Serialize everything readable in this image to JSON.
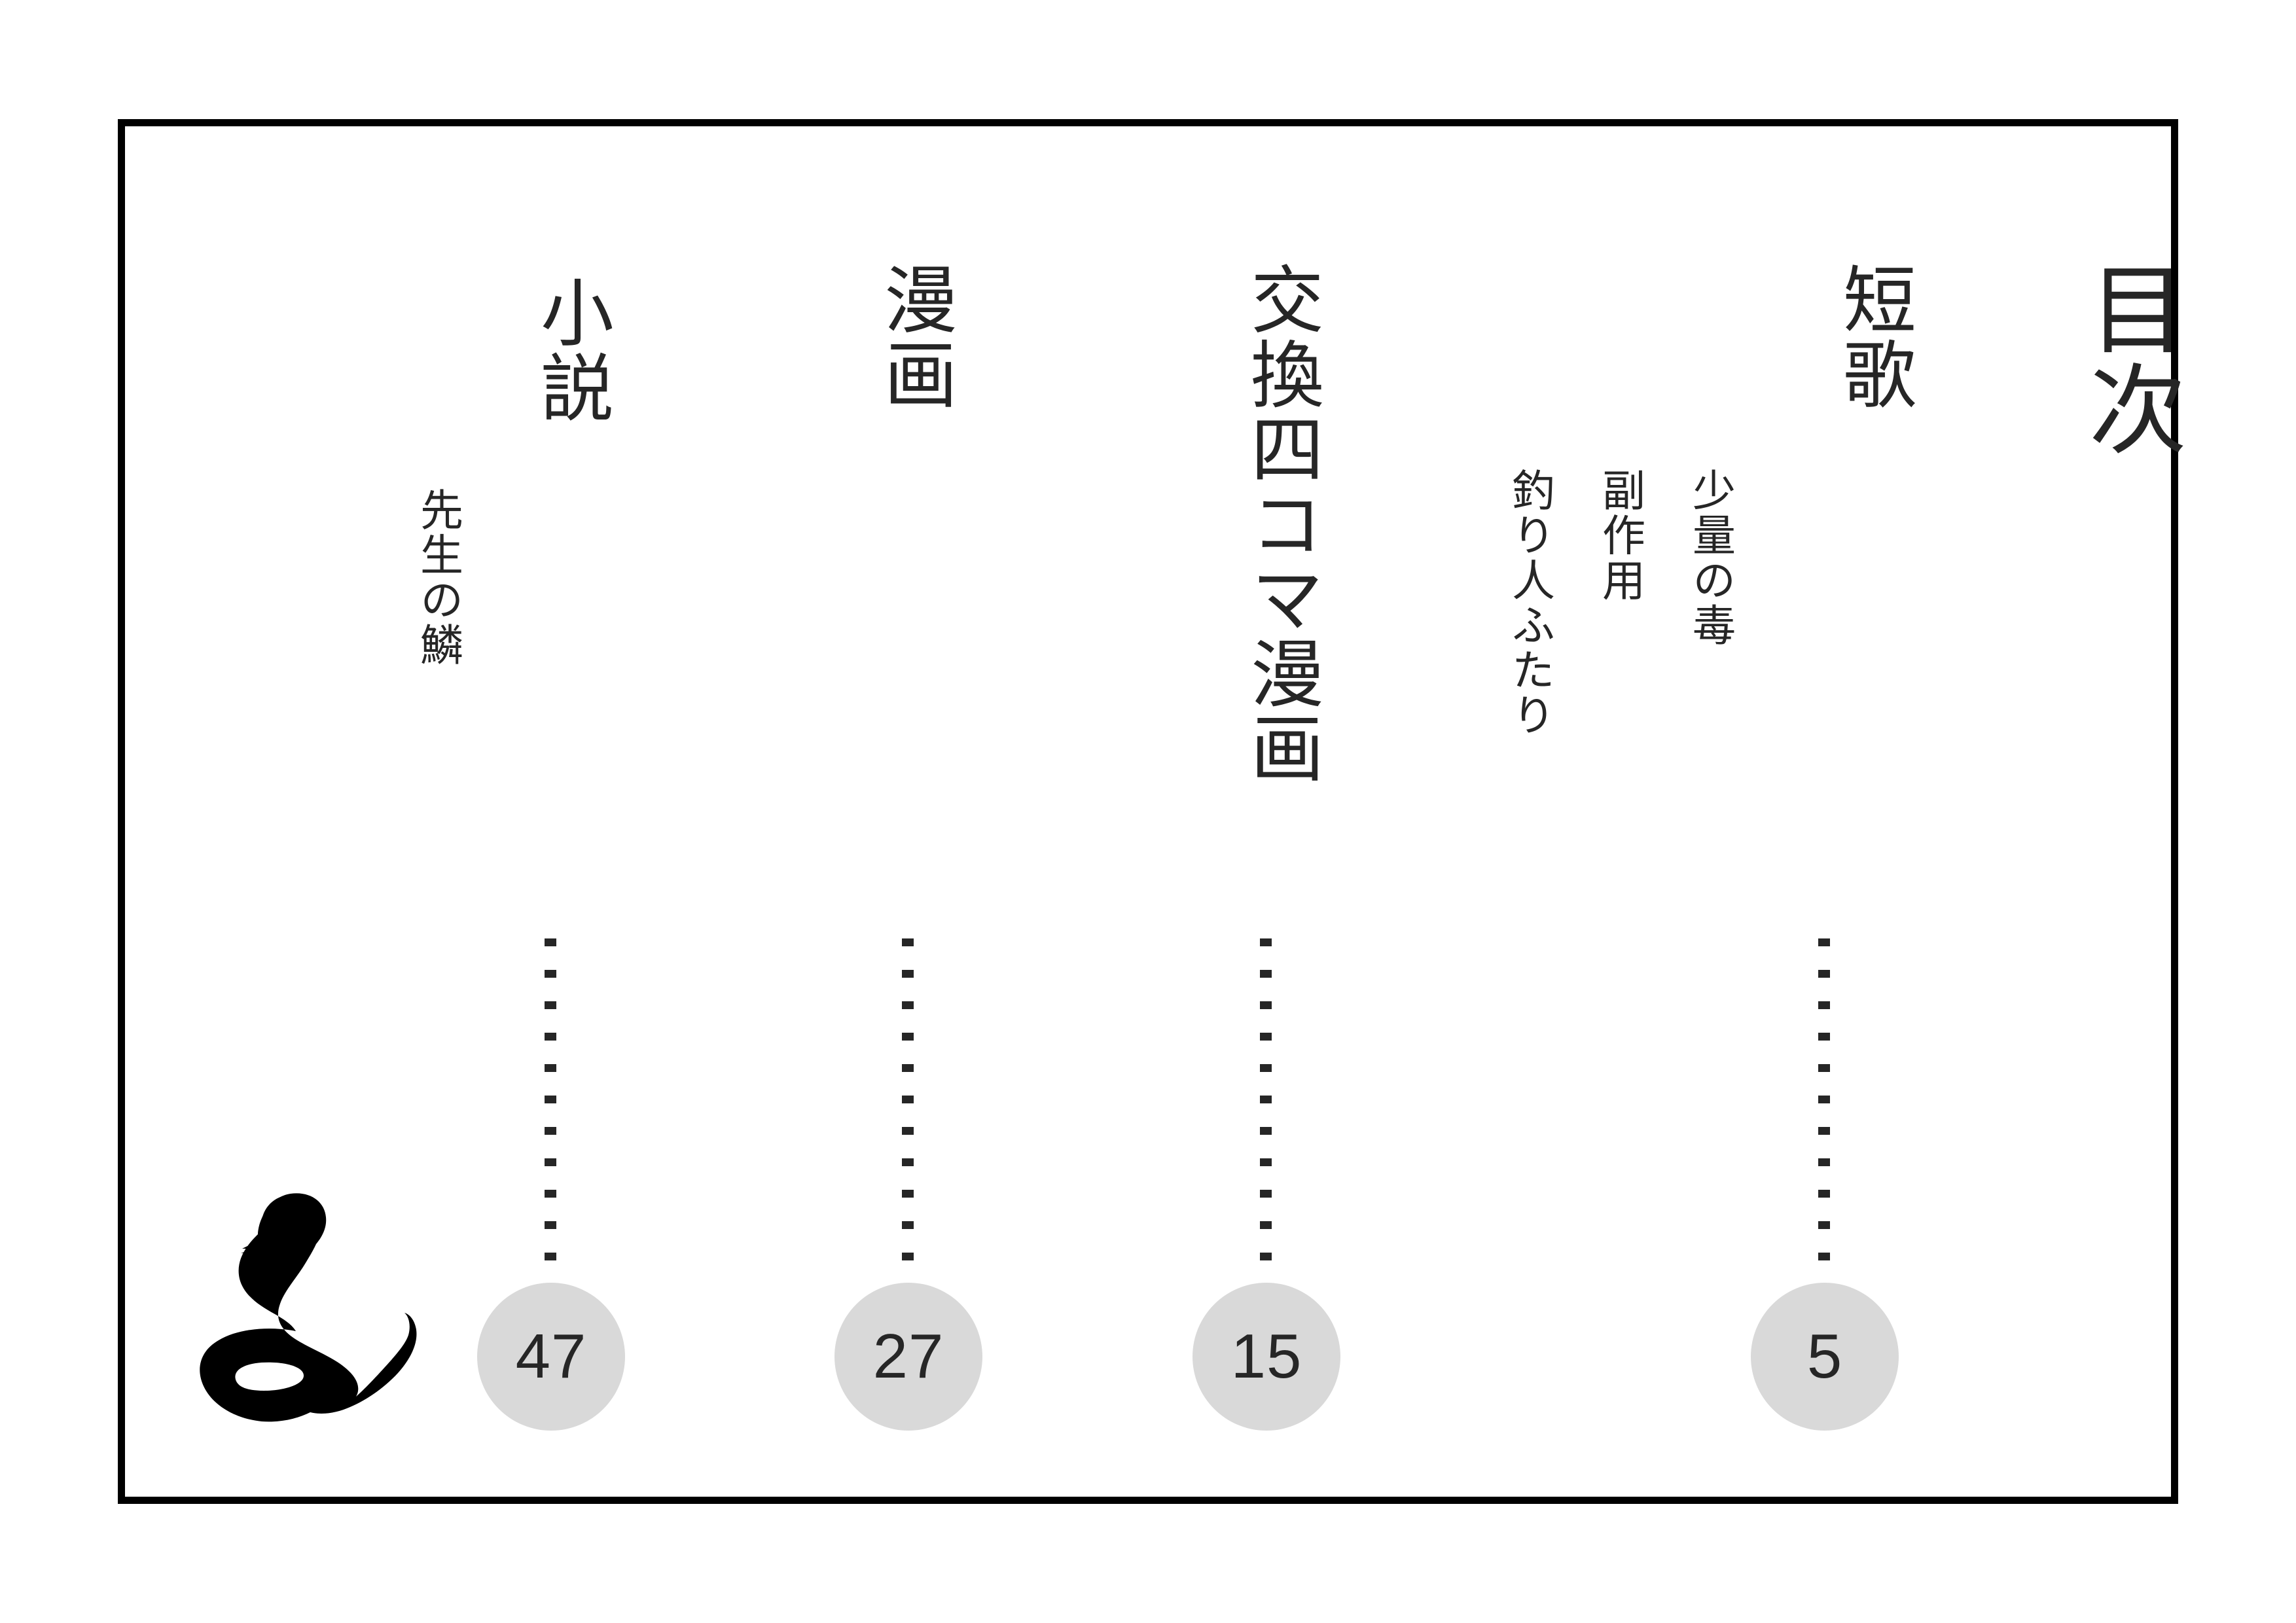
{
  "page": {
    "title": "目次",
    "background_color": "#ffffff",
    "frame_color": "#000000",
    "text_color": "#262626",
    "bubble_color": "#d9d9d9"
  },
  "sections": [
    {
      "id": "tanka",
      "title": "短歌",
      "page": "5",
      "entries": [
        "少量の毒",
        "副作用",
        "釣り人ふたり"
      ]
    },
    {
      "id": "exchange-yonkoma",
      "title": "交換四コマ漫画",
      "page": "15",
      "entries": []
    },
    {
      "id": "manga",
      "title": "漫画",
      "page": "27",
      "entries": []
    },
    {
      "id": "novel",
      "title": "小説",
      "page": "47",
      "entries": [
        "先生の鱗"
      ]
    }
  ],
  "decoration": {
    "snake": "snake-silhouette"
  }
}
